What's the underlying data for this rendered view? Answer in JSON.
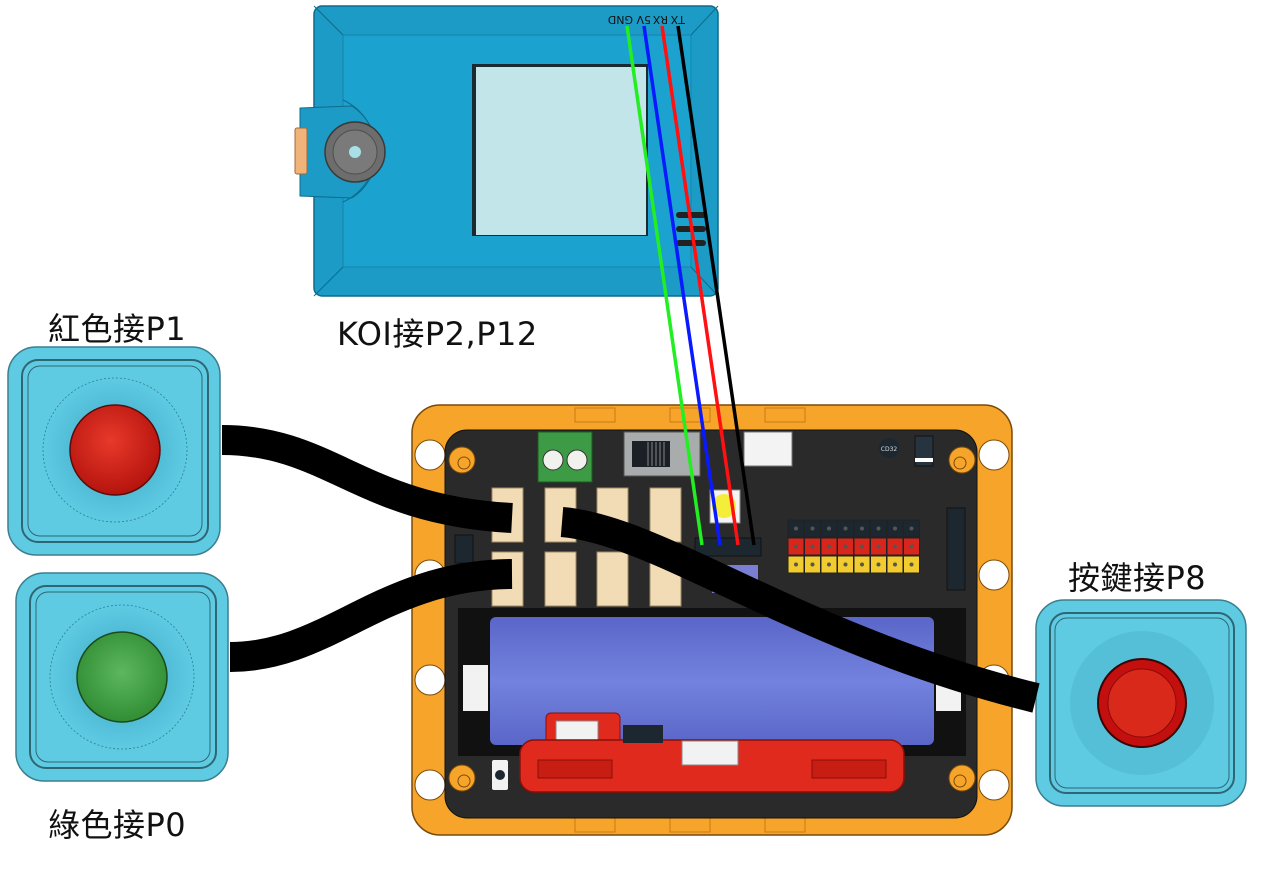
{
  "labels": {
    "red_led": "紅色接P1",
    "green_led": "綠色接P0",
    "button": "按鍵接P8",
    "koi": "KOI接P2,P12"
  },
  "koi_module": {
    "pin_labels": [
      "TX",
      "RX",
      "5V",
      "GND"
    ],
    "wire_colors": [
      "#22ee22",
      "#0a1aff",
      "#ff1111",
      "#000000"
    ]
  },
  "board": {
    "inductor_text": "CD32",
    "header_rows": 8
  },
  "colors": {
    "module_blue": "#1b9bc6",
    "module_blue_dark": "#157fa4",
    "screen": "#c2e5e9",
    "pad_blue": "#5ecbe3",
    "frame_orange": "#f7a52a",
    "pcb": "#2a2a2a",
    "battery": "#6e7ed8",
    "led_red": "#d7261c",
    "led_green": "#3d9b40",
    "button_red": "#cc1111",
    "cable": "#000000"
  }
}
